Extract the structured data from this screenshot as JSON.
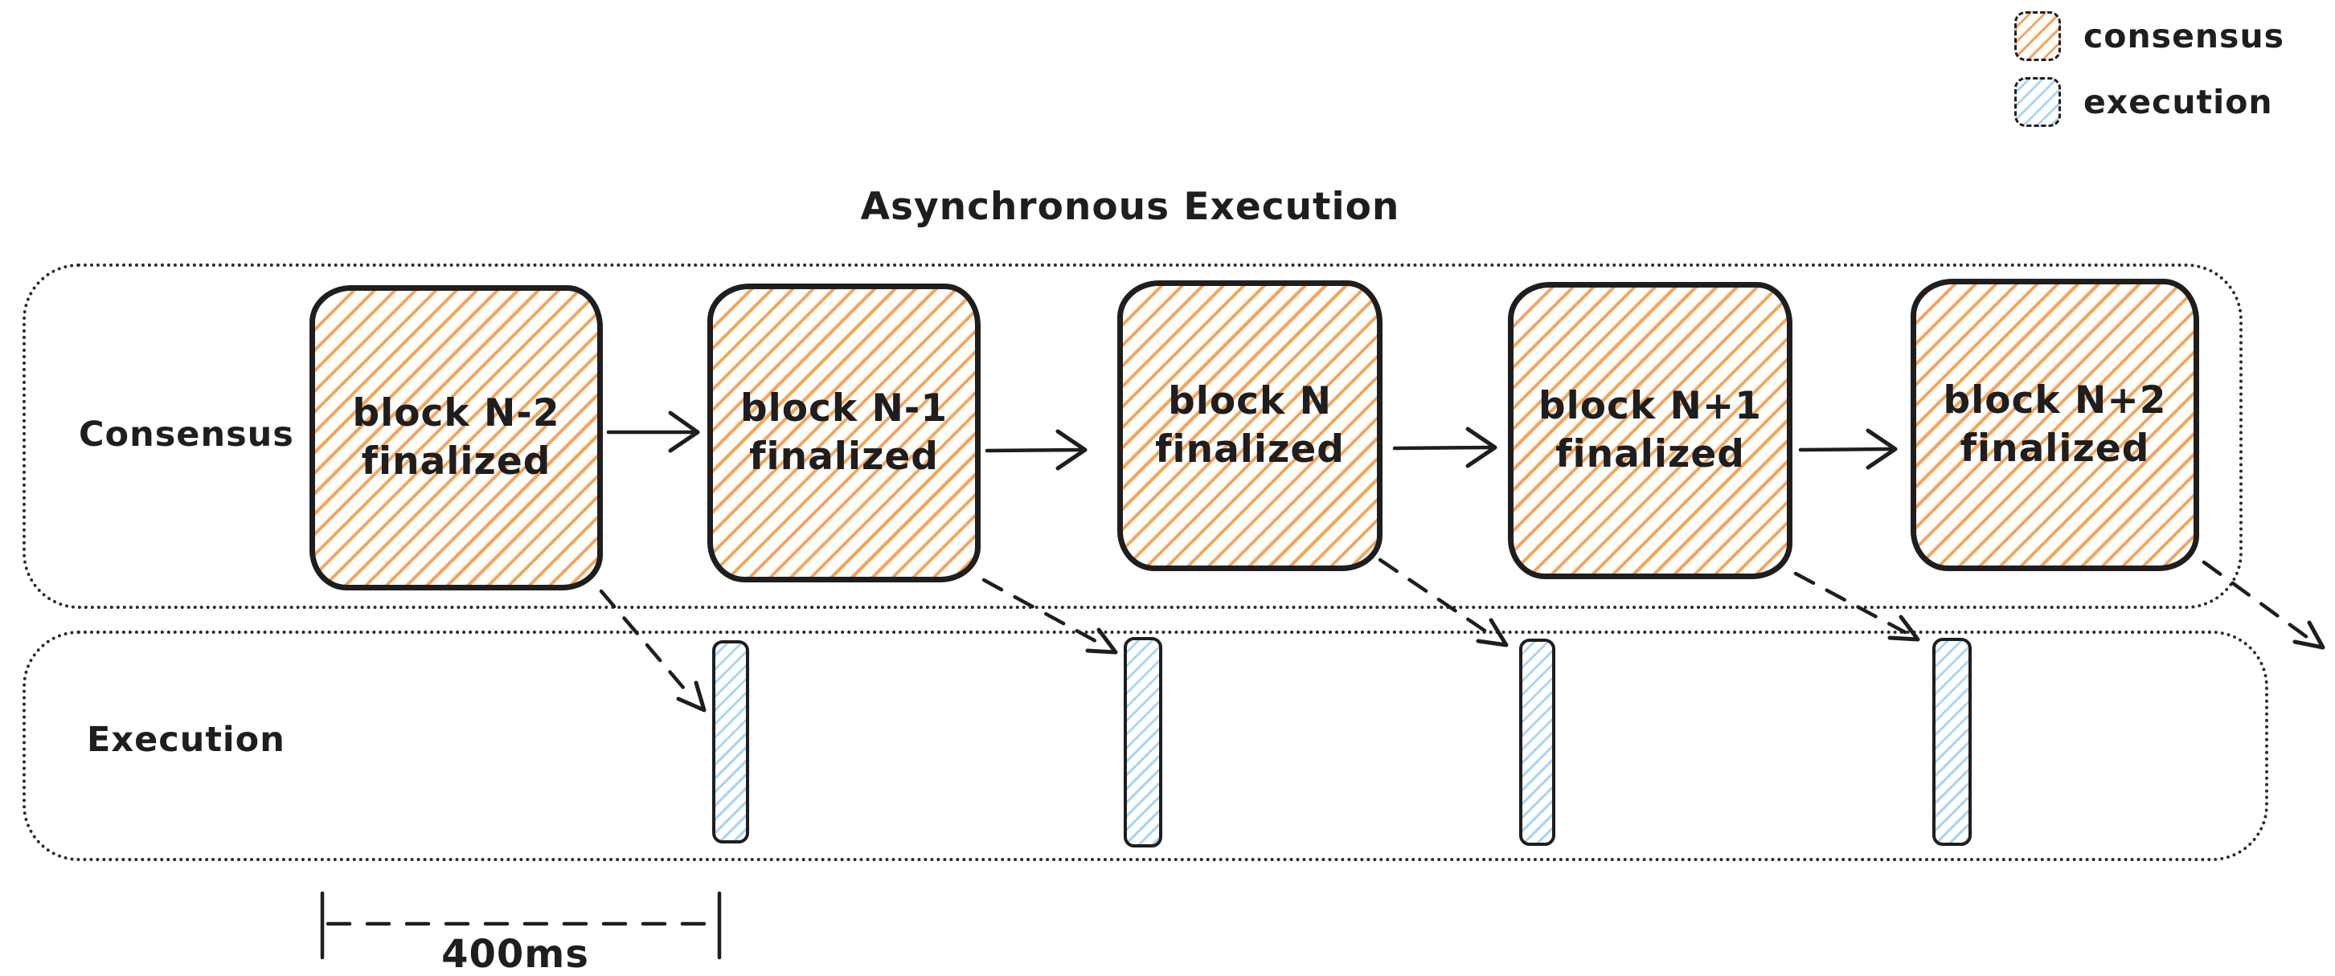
{
  "title": "Asynchronous Execution",
  "legend": {
    "items": [
      {
        "label": "consensus",
        "swatch": "orange-hatch"
      },
      {
        "label": "execution",
        "swatch": "blue-hatch"
      }
    ]
  },
  "lanes": {
    "consensus": {
      "label": "Consensus"
    },
    "execution": {
      "label": "Execution"
    }
  },
  "blocks": [
    {
      "line1": "block N-2",
      "line2": "finalized"
    },
    {
      "line1": "block N-1",
      "line2": "finalized"
    },
    {
      "line1": "block N",
      "line2": "finalized"
    },
    {
      "line1": "block N+1",
      "line2": "finalized"
    },
    {
      "line1": "block N+2",
      "line2": "finalized"
    }
  ],
  "execution_bars": {
    "count": 4
  },
  "measurement": {
    "label": "400ms"
  },
  "colors": {
    "consensus_hatch": "#f9a457",
    "execution_hatch": "#a6d6f7",
    "stroke": "#1e1e1e",
    "background": "#ffffff"
  }
}
